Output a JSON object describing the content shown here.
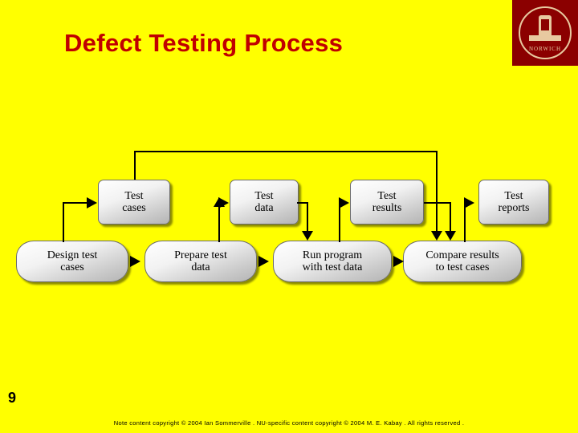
{
  "slide": {
    "title": "Defect Testing Process",
    "page_number": "9",
    "footer": "Note content copyright © 2004 Ian Sommerville . NU-specific content copyright © 2004 M. E. Kabay . All rights reserved .",
    "background_color": "#ffff00",
    "title_color": "#c00000"
  },
  "logo": {
    "name": "norwich-university-seal",
    "badge_color": "#8b0000",
    "seal_text": "NORWICH"
  },
  "diagram": {
    "type": "flowchart",
    "artifacts": [
      {
        "id": "test-cases",
        "lines": [
          "Test",
          "cases"
        ]
      },
      {
        "id": "test-data",
        "lines": [
          "Test",
          "data"
        ]
      },
      {
        "id": "test-results",
        "lines": [
          "Test",
          "results"
        ]
      },
      {
        "id": "test-reports",
        "lines": [
          "Test",
          "reports"
        ]
      }
    ],
    "activities": [
      {
        "id": "design-test-cases",
        "lines": [
          "Design test",
          "cases"
        ]
      },
      {
        "id": "prepare-test-data",
        "lines": [
          "Prepare test",
          "data"
        ]
      },
      {
        "id": "run-program-with-test-data",
        "lines": [
          "Run program",
          "with test data"
        ]
      },
      {
        "id": "compare-results-to-test-cases",
        "lines": [
          "Compare results",
          "to test cases"
        ]
      }
    ]
  }
}
